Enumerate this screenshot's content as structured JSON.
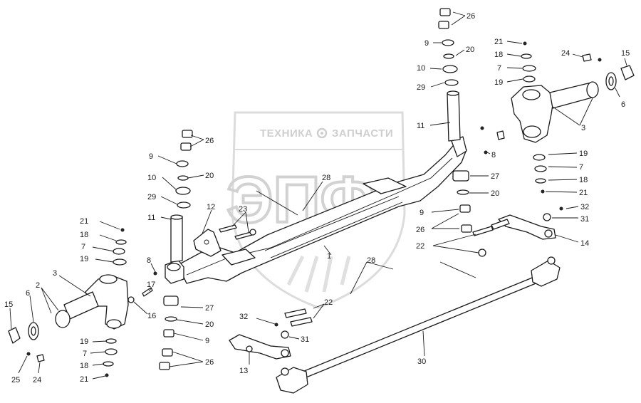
{
  "watermark": {
    "top_text_left": "ТЕХНИКА",
    "top_text_right": "ЗАПЧАСТИ",
    "big_text": "ЭПФ",
    "icon": "gear-icon"
  },
  "callouts": [
    {
      "id": "c26a",
      "text": "26"
    },
    {
      "id": "c9a",
      "text": "9"
    },
    {
      "id": "c20a",
      "text": "20"
    },
    {
      "id": "c10a",
      "text": "10"
    },
    {
      "id": "c29a",
      "text": "29"
    },
    {
      "id": "c11a",
      "text": "11"
    },
    {
      "id": "c21a",
      "text": "21"
    },
    {
      "id": "c18a",
      "text": "18"
    },
    {
      "id": "c7a",
      "text": "7"
    },
    {
      "id": "c19a",
      "text": "19"
    },
    {
      "id": "c24a",
      "text": "24"
    },
    {
      "id": "c15a",
      "text": "15"
    },
    {
      "id": "c6a",
      "text": "6"
    },
    {
      "id": "c3a",
      "text": "3"
    },
    {
      "id": "c8a",
      "text": "8"
    },
    {
      "id": "c19b",
      "text": "19"
    },
    {
      "id": "c7b",
      "text": "7"
    },
    {
      "id": "c18b",
      "text": "18"
    },
    {
      "id": "c21b",
      "text": "21"
    },
    {
      "id": "c27a",
      "text": "27"
    },
    {
      "id": "c20b",
      "text": "20"
    },
    {
      "id": "c9b",
      "text": "9"
    },
    {
      "id": "c26b",
      "text": "26"
    },
    {
      "id": "c32a",
      "text": "32"
    },
    {
      "id": "c31a",
      "text": "31"
    },
    {
      "id": "c14",
      "text": "14"
    },
    {
      "id": "c22a",
      "text": "22"
    },
    {
      "id": "c28a",
      "text": "28"
    },
    {
      "id": "c1",
      "text": "1"
    },
    {
      "id": "c26c",
      "text": "26"
    },
    {
      "id": "c9c",
      "text": "9"
    },
    {
      "id": "c20c",
      "text": "20"
    },
    {
      "id": "c10b",
      "text": "10"
    },
    {
      "id": "c29b",
      "text": "29"
    },
    {
      "id": "c11b",
      "text": "11"
    },
    {
      "id": "c12",
      "text": "12"
    },
    {
      "id": "c23",
      "text": "23"
    },
    {
      "id": "c28b",
      "text": "28"
    },
    {
      "id": "c21c",
      "text": "21"
    },
    {
      "id": "c18c",
      "text": "18"
    },
    {
      "id": "c7c",
      "text": "7"
    },
    {
      "id": "c19c",
      "text": "19"
    },
    {
      "id": "c3b",
      "text": "3"
    },
    {
      "id": "c2",
      "text": "2"
    },
    {
      "id": "c6b",
      "text": "6"
    },
    {
      "id": "c15b",
      "text": "15"
    },
    {
      "id": "c8b",
      "text": "8"
    },
    {
      "id": "c17",
      "text": "17"
    },
    {
      "id": "c16",
      "text": "16"
    },
    {
      "id": "c27b",
      "text": "27"
    },
    {
      "id": "c20d",
      "text": "20"
    },
    {
      "id": "c9d",
      "text": "9"
    },
    {
      "id": "c26d",
      "text": "26"
    },
    {
      "id": "c22b",
      "text": "22"
    },
    {
      "id": "c32b",
      "text": "32"
    },
    {
      "id": "c31b",
      "text": "31"
    },
    {
      "id": "c13",
      "text": "13"
    },
    {
      "id": "c30",
      "text": "30"
    },
    {
      "id": "c19d",
      "text": "19"
    },
    {
      "id": "c7d",
      "text": "7"
    },
    {
      "id": "c18d",
      "text": "18"
    },
    {
      "id": "c21d",
      "text": "21"
    },
    {
      "id": "c25",
      "text": "25"
    },
    {
      "id": "c24b",
      "text": "24"
    }
  ]
}
